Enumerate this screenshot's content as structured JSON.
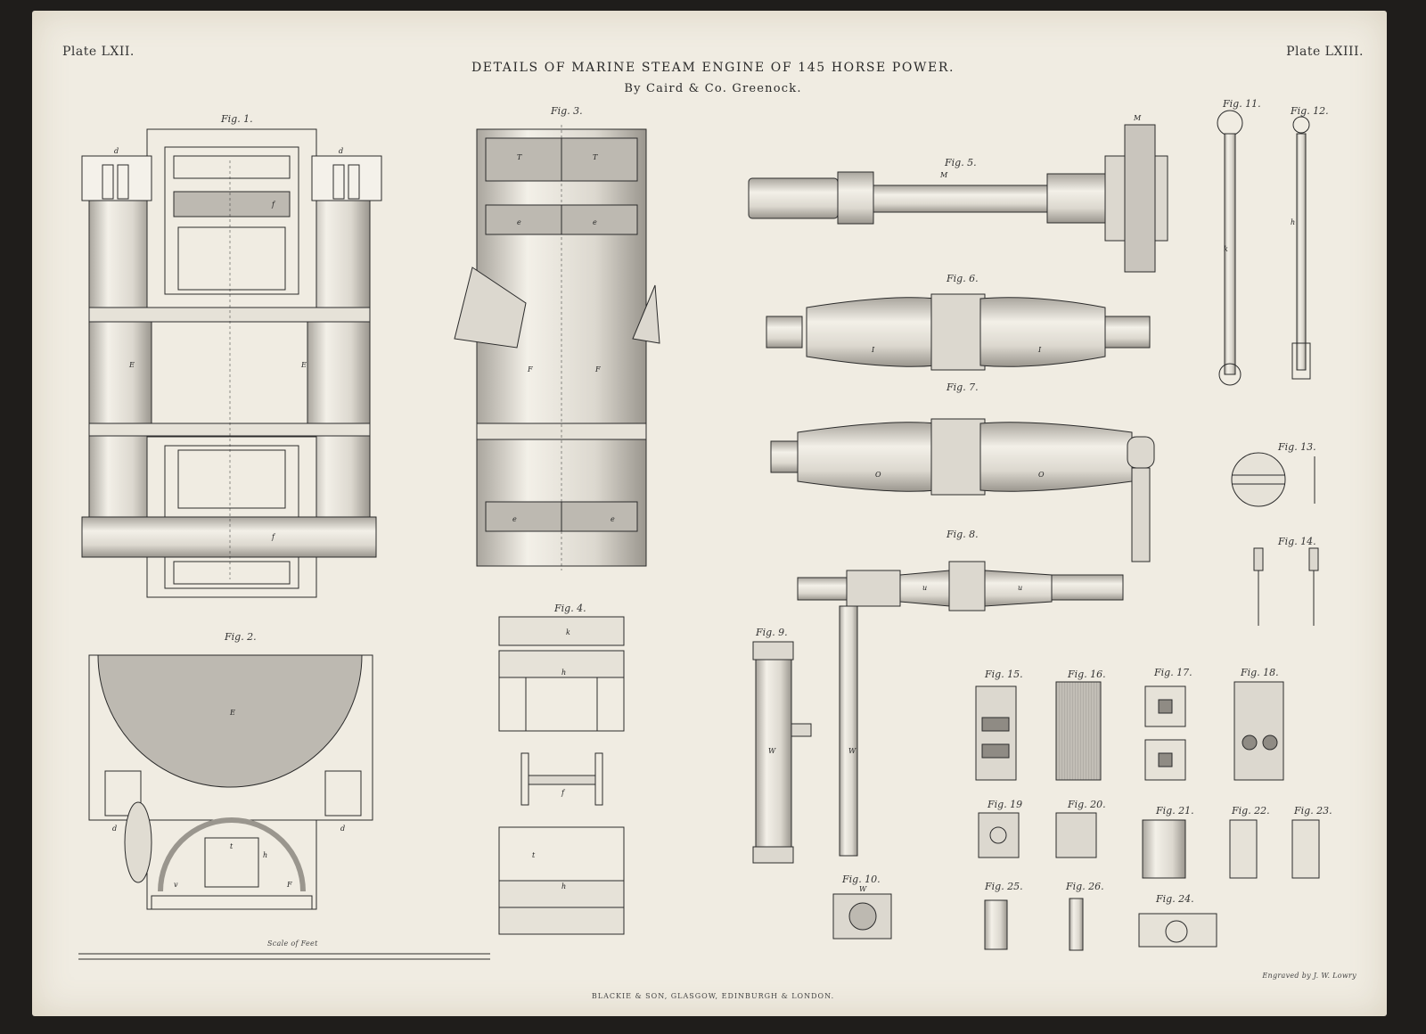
{
  "header": {
    "plate_left": "Plate LXII.",
    "plate_right": "Plate LXIII.",
    "title": "DETAILS OF MARINE STEAM ENGINE OF 145 HORSE POWER.",
    "subtitle": "By Caird & Co. Greenock."
  },
  "figures": [
    "Fig. 1.",
    "Fig. 2.",
    "Fig. 3.",
    "Fig. 4.",
    "Fig. 5.",
    "Fig. 6.",
    "Fig. 7.",
    "Fig. 8.",
    "Fig. 9.",
    "Fig. 10.",
    "Fig. 11.",
    "Fig. 12.",
    "Fig. 13.",
    "Fig. 14.",
    "Fig. 15.",
    "Fig. 16.",
    "Fig. 17.",
    "Fig. 18.",
    "Fig. 19",
    "Fig. 20.",
    "Fig. 21.",
    "Fig. 22.",
    "Fig. 23.",
    "Fig. 24.",
    "Fig. 25.",
    "Fig. 26."
  ],
  "part_labels": {
    "d": "d",
    "E": "E",
    "F": "F",
    "T": "T",
    "e": "e",
    "f": "f",
    "h": "h",
    "I": "I",
    "O": "O",
    "u": "u",
    "W": "W",
    "M": "M",
    "v": "v",
    "k": "k",
    "t": "t"
  },
  "footer": {
    "scale_label": "Scale of Feet",
    "publisher": "BLACKIE & SON, GLASGOW, EDINBURGH & LONDON.",
    "engraver": "Engraved by J. W. Lowry"
  },
  "colors": {
    "paper": "#f0ece2",
    "ink": "#2b2b2b",
    "shade": "#b4b0a8",
    "frame": "#1f1d1b"
  }
}
